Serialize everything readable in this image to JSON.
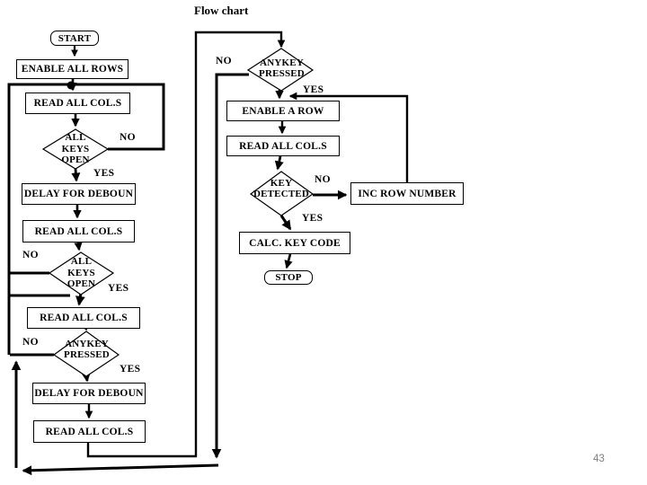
{
  "title": "Flow chart",
  "page_number": "43",
  "labels": {
    "yes": "YES",
    "no": "NO"
  },
  "nodes": {
    "start": "START",
    "enable_all_rows": "ENABLE ALL ROWS",
    "read_all_cols": "READ ALL COL.S",
    "all_keys_open": "ALL KEYS OPEN",
    "delay_for_deboun": "DELAY FOR DEBOUN",
    "anykey_pressed": "ANYKEY PRESSED",
    "enable_a_row": "ENABLE A ROW",
    "key_detected": "KEY DETECTED",
    "inc_row_number": "INC ROW NUMBER",
    "calc_key_code": "CALC. KEY CODE",
    "stop": "STOP"
  },
  "colors": {
    "background": "#ffffff",
    "line": "#000000",
    "text": "#000000",
    "page_number": "#808080"
  }
}
